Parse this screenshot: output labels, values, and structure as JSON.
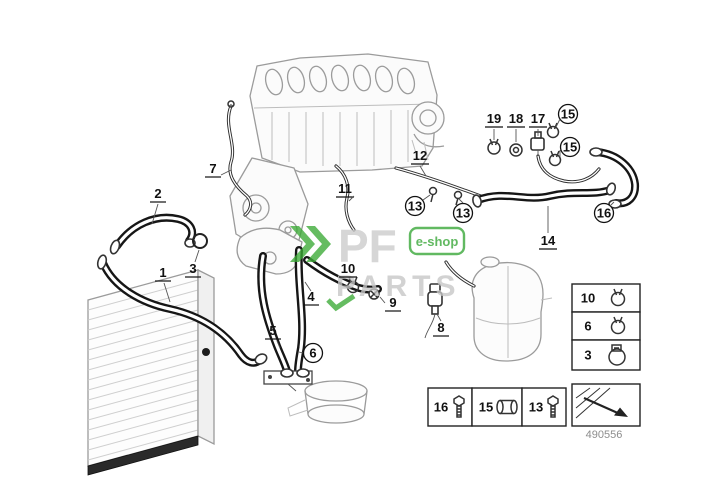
{
  "diagram": {
    "number": "490556"
  },
  "watermark": {
    "brand_line1": "PF",
    "brand_line2": "PARTS",
    "badge": "e-shop",
    "accent_color": "#3aaa35"
  },
  "callouts": {
    "c1": "1",
    "c2": "2",
    "c3": "3",
    "c4": "4",
    "c5": "5",
    "c6": "6",
    "c7": "7",
    "c8": "8",
    "c9": "9",
    "c10": "10",
    "c11": "11",
    "c12": "12",
    "c13a": "13",
    "c13b": "13",
    "c14": "14",
    "c15a": "15",
    "c15b": "15",
    "c16": "16",
    "c17": "17",
    "c18": "18",
    "c19": "19"
  },
  "legend": {
    "stack": {
      "box1": "10",
      "box2": "6",
      "box3": "3"
    },
    "row": {
      "box1": "16",
      "box2": "15",
      "box3": "13"
    }
  }
}
